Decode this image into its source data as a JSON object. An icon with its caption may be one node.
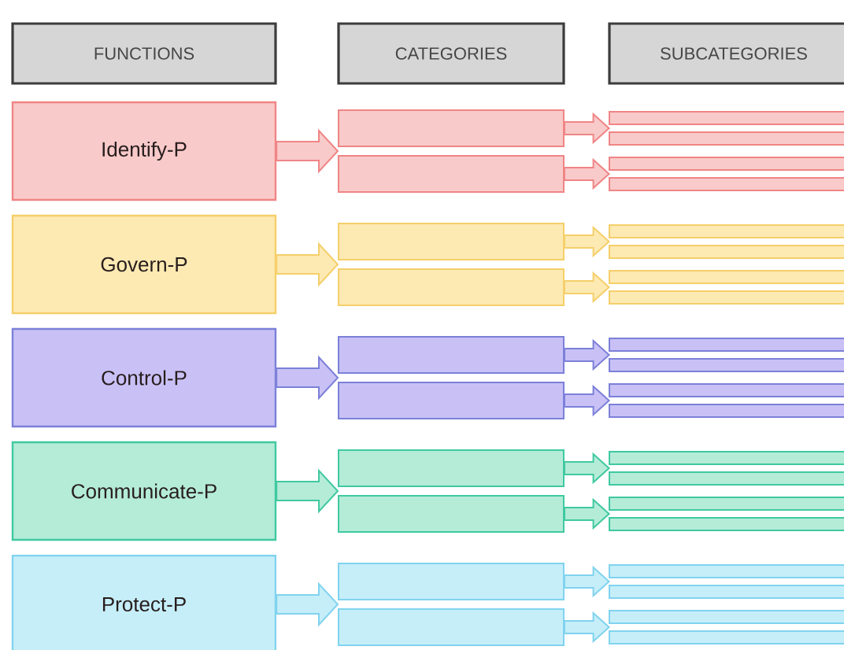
{
  "diagram": {
    "nodes": [
      {
        "text": [
          "FUNCTIONS"
        ]
      },
      {
        "text": [
          "CATEGORIES"
        ]
      },
      {
        "text": [
          "SUBCATEGORIES"
        ]
      },
      {
        "text": [
          "Identify-P"
        ]
      },
      {
        "text": [],
        "shape": "bar"
      },
      {
        "text": [],
        "shape": "bar"
      },
      {
        "text": [],
        "shape": "bar"
      },
      {
        "text": [],
        "shape": "bar"
      },
      {
        "text": [
          "Govern-P"
        ]
      },
      {
        "text": [],
        "shape": "bar"
      },
      {
        "text": [],
        "shape": "bar"
      },
      {
        "text": [],
        "shape": "bar"
      },
      {
        "text": [],
        "shape": "bar"
      },
      {
        "text": [
          "Control-P"
        ]
      },
      {
        "text": [],
        "shape": "bar"
      },
      {
        "text": [],
        "shape": "bar"
      },
      {
        "text": [],
        "shape": "bar"
      },
      {
        "text": [],
        "shape": "bar"
      },
      {
        "text": [
          "Communicate-P"
        ]
      },
      {
        "text": [],
        "shape": "bar"
      },
      {
        "text": [],
        "shape": "bar"
      },
      {
        "text": [],
        "shape": "bar"
      },
      {
        "text": [],
        "shape": "bar"
      },
      {
        "text": [
          "Protect-P"
        ]
      },
      {
        "text": [],
        "shape": "bar"
      },
      {
        "text": [],
        "shape": "bar"
      },
      {
        "text": [],
        "shape": "bar"
      },
      {
        "text": [],
        "shape": "bar"
      }
    ],
    "edges": [
      {
        "from": 3,
        "to": 4,
        "arrow": "to"
      },
      {
        "from": 3,
        "to": 5,
        "arrow": "to"
      },
      {
        "from": 4,
        "to": 6,
        "arrow": "to"
      },
      {
        "from": 5,
        "to": 7,
        "arrow": "to"
      },
      {
        "from": 8,
        "to": 9,
        "arrow": "to"
      },
      {
        "from": 8,
        "to": 10,
        "arrow": "to"
      },
      {
        "from": 9,
        "to": 11,
        "arrow": "to"
      },
      {
        "from": 10,
        "to": 12,
        "arrow": "to"
      },
      {
        "from": 13,
        "to": 14,
        "arrow": "to"
      },
      {
        "from": 13,
        "to": 15,
        "arrow": "to"
      },
      {
        "from": 14,
        "to": 16,
        "arrow": "to"
      },
      {
        "from": 15,
        "to": 17,
        "arrow": "to"
      },
      {
        "from": 18,
        "to": 19,
        "arrow": "to"
      },
      {
        "from": 18,
        "to": 20,
        "arrow": "to"
      },
      {
        "from": 19,
        "to": 21,
        "arrow": "to"
      },
      {
        "from": 20,
        "to": 22,
        "arrow": "to"
      },
      {
        "from": 23,
        "to": 24,
        "arrow": "to"
      },
      {
        "from": 23,
        "to": 25,
        "arrow": "to"
      },
      {
        "from": 24,
        "to": 26,
        "arrow": "to"
      },
      {
        "from": 25,
        "to": 27,
        "arrow": "to"
      }
    ]
  }
}
